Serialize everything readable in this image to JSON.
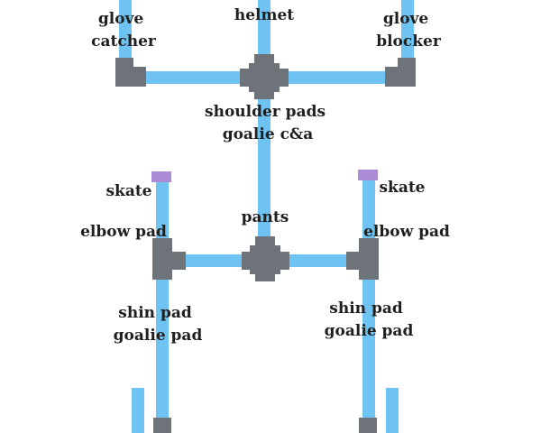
{
  "colors": {
    "pipe": "#6ec3f2",
    "fitting": "#6d7378",
    "cap": "#a98bd6",
    "text": "#1f1f1f",
    "background": "#ffffff"
  },
  "labels": {
    "glove_catcher": [
      "glove",
      "catcher"
    ],
    "helmet": "helmet",
    "glove_blocker": [
      "glove",
      "blocker"
    ],
    "shoulder_pads": [
      "shoulder pads",
      "goalie c&a"
    ],
    "skate_left": "skate",
    "skate_right": "skate",
    "pants": "pants",
    "elbow_pad_left": "elbow pad",
    "elbow_pad_right": "elbow pad",
    "shin_pad_left": [
      "shin pad",
      "goalie pad"
    ],
    "shin_pad_right": [
      "shin pad",
      "goalie pad"
    ]
  }
}
